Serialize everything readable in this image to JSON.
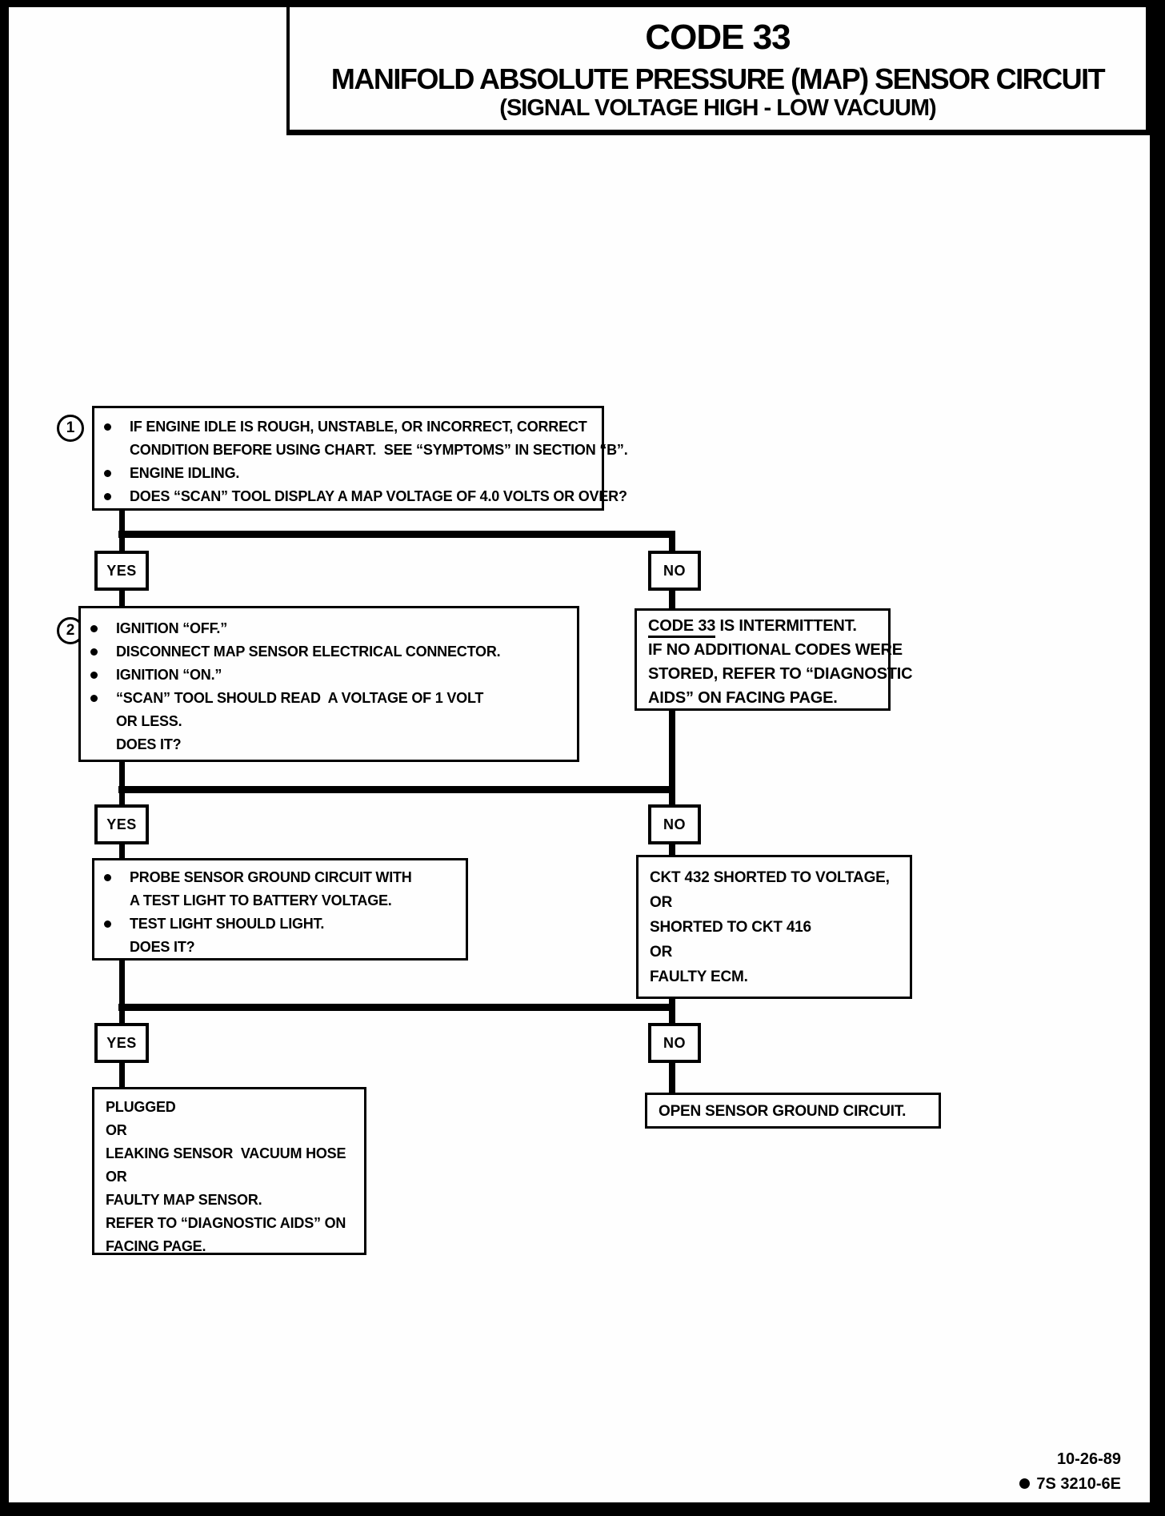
{
  "header": {
    "code": "CODE 33",
    "title": "MANIFOLD ABSOLUTE PRESSURE (MAP) SENSOR CIRCUIT",
    "subtitle": "(SIGNAL VOLTAGE HIGH - LOW VACUUM)"
  },
  "labels": {
    "yes": "YES",
    "no": "NO"
  },
  "steps": {
    "step1_number": "1",
    "step2_number": "2"
  },
  "boxes": {
    "step1": [
      {
        "bullet": true,
        "lines": [
          "IF ENGINE IDLE IS ROUGH, UNSTABLE, OR INCORRECT, CORRECT",
          "CONDITION BEFORE USING CHART.  SEE “SYMPTOMS” IN SECTION “B”."
        ]
      },
      {
        "bullet": true,
        "lines": [
          "ENGINE IDLING."
        ]
      },
      {
        "bullet": true,
        "lines": [
          "DOES “SCAN” TOOL DISPLAY A MAP VOLTAGE OF 4.0 VOLTS OR OVER?"
        ]
      }
    ],
    "step2": [
      {
        "bullet": true,
        "lines": [
          "IGNITION “OFF.”"
        ]
      },
      {
        "bullet": true,
        "lines": [
          "DISCONNECT MAP SENSOR ELECTRICAL CONNECTOR."
        ]
      },
      {
        "bullet": true,
        "lines": [
          "IGNITION “ON.”"
        ]
      },
      {
        "bullet": true,
        "lines": [
          "“SCAN” TOOL SHOULD READ  A VOLTAGE OF 1 VOLT",
          "OR LESS.",
          "DOES IT?"
        ]
      }
    ],
    "code33_intermittent": [
      {
        "bullet": false,
        "lines": [
          {
            "u": "CODE 33",
            "t": " IS INTERMITTENT."
          },
          "IF NO ADDITIONAL CODES WERE",
          "STORED, REFER TO “DIAGNOSTIC",
          "AIDS” ON FACING PAGE."
        ]
      }
    ],
    "probe_sensor": [
      {
        "bullet": true,
        "lines": [
          "PROBE SENSOR GROUND CIRCUIT WITH",
          "A TEST LIGHT TO BATTERY VOLTAGE."
        ]
      },
      {
        "bullet": true,
        "lines": [
          "TEST LIGHT SHOULD LIGHT.",
          "DOES IT?"
        ]
      }
    ],
    "ckt432_fault": [
      {
        "bullet": false,
        "lines": [
          "CKT 432 SHORTED TO VOLTAGE,",
          "OR",
          "SHORTED TO CKT 416",
          "OR",
          "FAULTY ECM."
        ]
      }
    ],
    "plugged_hose": [
      {
        "bullet": false,
        "lines": [
          "PLUGGED",
          "OR",
          "LEAKING SENSOR  VACUUM HOSE",
          "OR",
          "FAULTY MAP SENSOR.",
          "REFER TO “DIAGNOSTIC AIDS” ON",
          "FACING PAGE."
        ]
      }
    ],
    "open_ground": [
      {
        "bullet": false,
        "lines": [
          "OPEN SENSOR GROUND CIRCUIT."
        ]
      }
    ]
  },
  "footer": {
    "date": "10-26-89",
    "doc_number": "7S 3210-6E"
  }
}
